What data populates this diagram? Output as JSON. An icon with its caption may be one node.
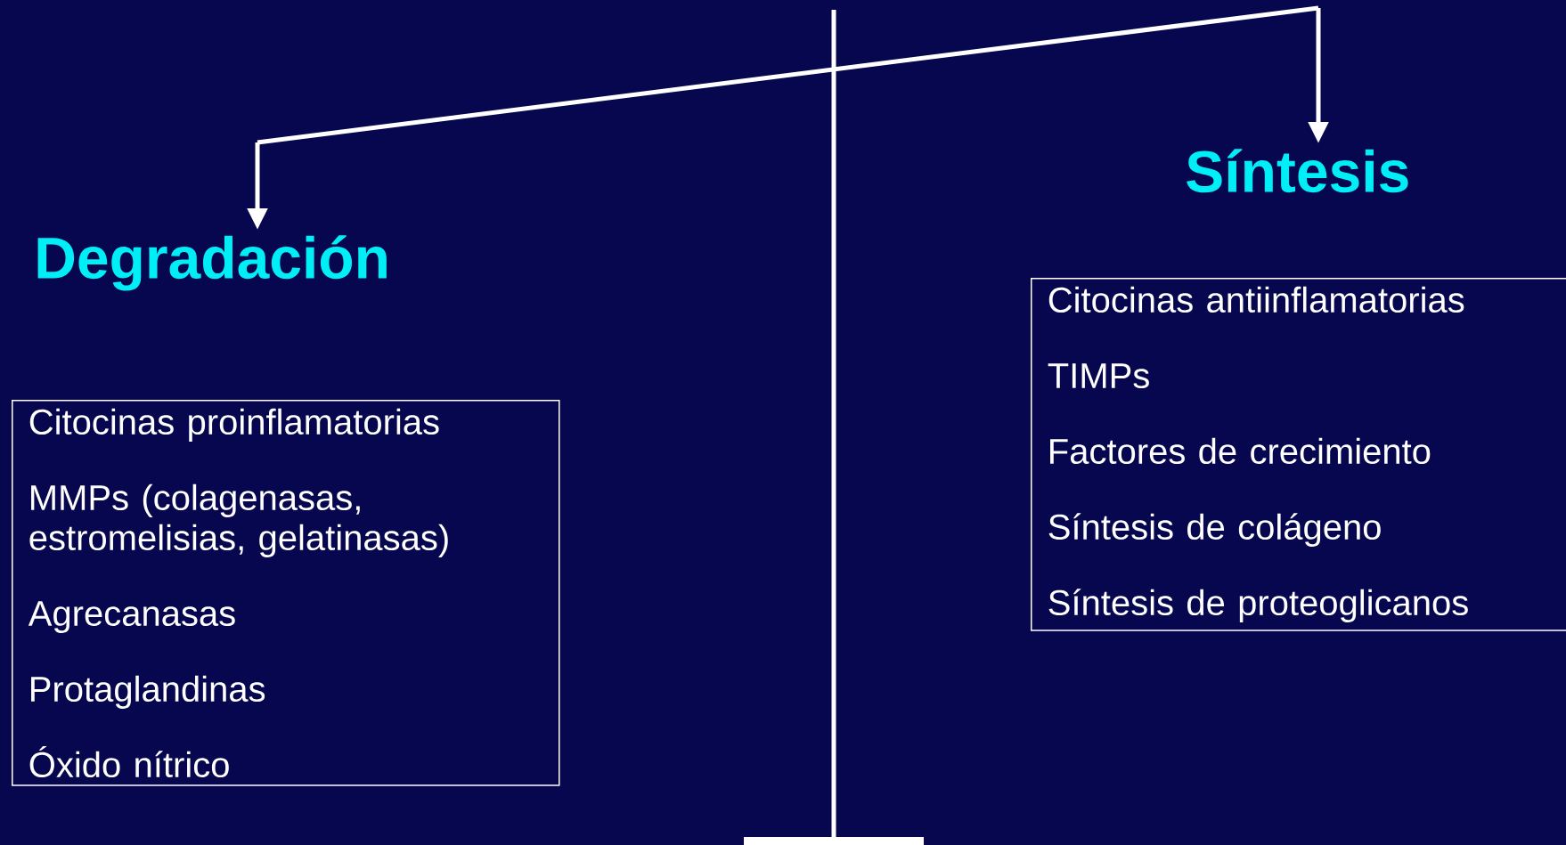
{
  "diagram": {
    "nodes": [
      {
        "text": [
          "Degradación"
        ]
      },
      {
        "text": [
          "Citocinas proinflamatorias",
          "MMPs (colagenasas, estromelisias, gelatinasas)",
          "Agrecanasas",
          "Protaglandinas",
          "Óxido nítrico"
        ]
      },
      {
        "text": [
          "Síntesis"
        ]
      },
      {
        "text": [
          "Citocinas antiinflamatorias",
          "TIMPs",
          "Factores de crecimiento",
          "Síntesis de colágeno",
          "Síntesis de proteoglicanos"
        ]
      }
    ],
    "edges": [
      {
        "from": null,
        "to": 0,
        "arrow": "to"
      },
      {
        "from": null,
        "to": 2,
        "arrow": "to"
      }
    ]
  }
}
